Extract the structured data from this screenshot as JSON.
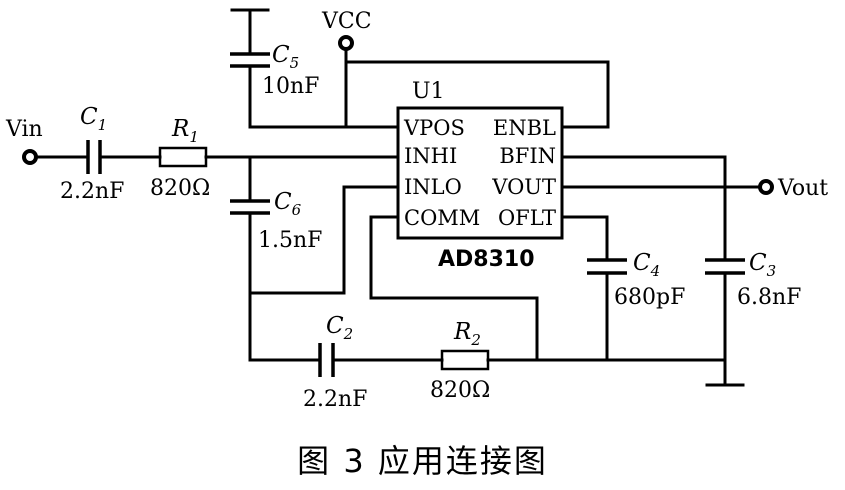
{
  "diagram": {
    "caption": "图 3 应用连接图",
    "ic": {
      "ref": "U1",
      "part": "AD8310",
      "left_pins": [
        "VPOS",
        "INHI",
        "INLO",
        "COMM"
      ],
      "right_pins": [
        "ENBL",
        "BFIN",
        "VOUT",
        "OFLT"
      ]
    },
    "terminals": {
      "input": "Vin",
      "output": "Vout",
      "supply": "VCC"
    },
    "components": {
      "c1": {
        "sym": "C",
        "sub": "1",
        "value": "2.2nF"
      },
      "r1": {
        "sym": "R",
        "sub": "1",
        "value": "820Ω"
      },
      "c2": {
        "sym": "C",
        "sub": "2",
        "value": "2.2nF"
      },
      "r2": {
        "sym": "R",
        "sub": "2",
        "value": "820Ω"
      },
      "c3": {
        "sym": "C",
        "sub": "3",
        "value": "6.8nF"
      },
      "c4": {
        "sym": "C",
        "sub": "4",
        "value": "680pF"
      },
      "c5": {
        "sym": "C",
        "sub": "5",
        "value": "10nF"
      },
      "c6": {
        "sym": "C",
        "sub": "6",
        "value": "1.5nF"
      }
    }
  }
}
